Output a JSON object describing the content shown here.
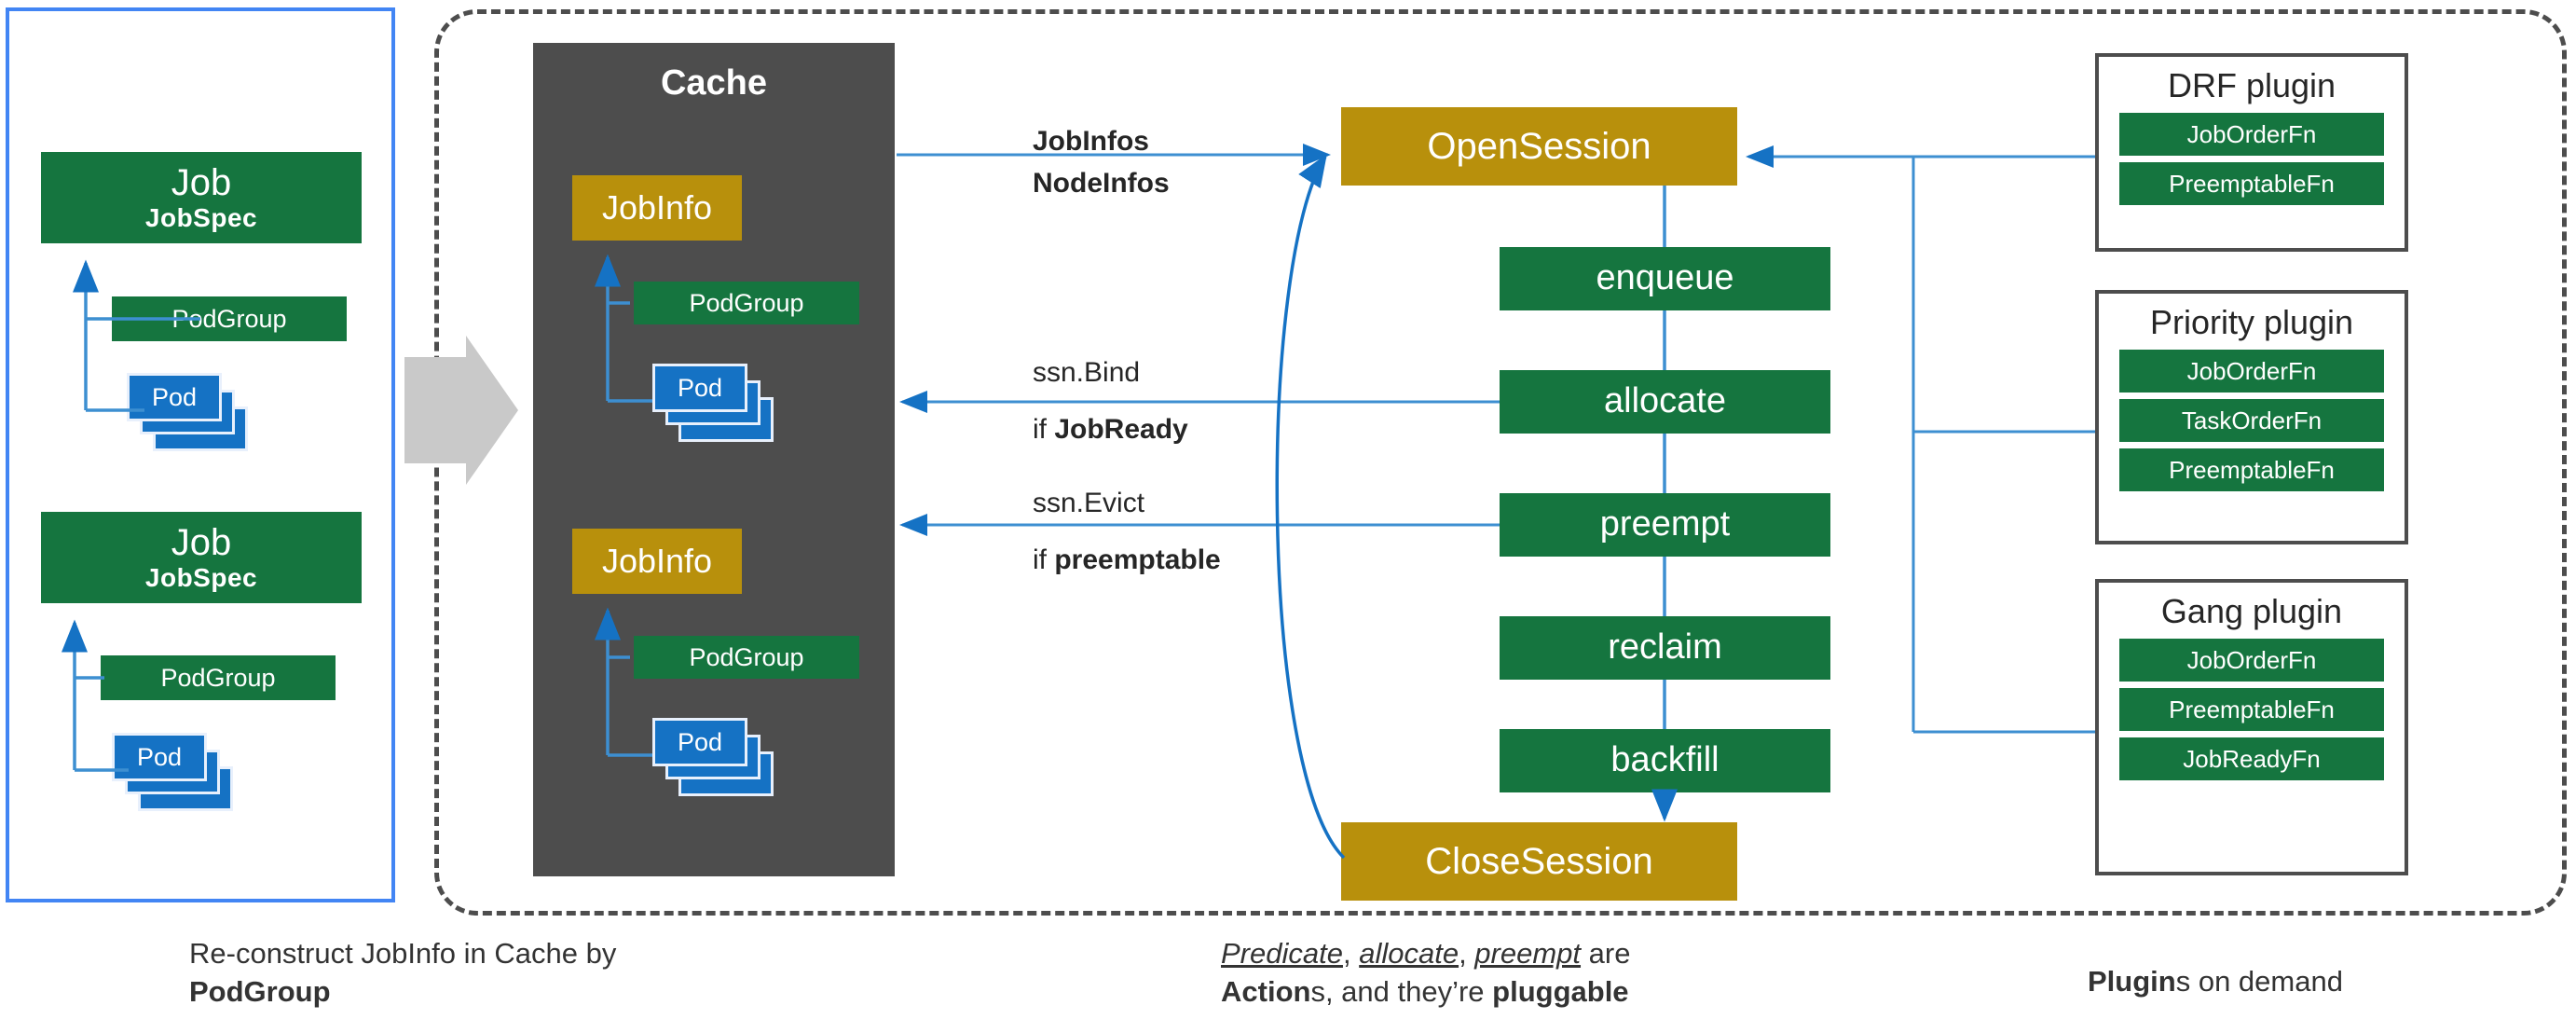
{
  "left_panel": {
    "jobs": [
      {
        "title": "Job",
        "subtitle": "JobSpec",
        "podgroup": "PodGroup",
        "pod": "Pod"
      },
      {
        "title": "Job",
        "subtitle": "JobSpec",
        "podgroup": "PodGroup",
        "pod": "Pod"
      }
    ]
  },
  "cache": {
    "title": "Cache",
    "jobinfos": [
      {
        "title": "JobInfo",
        "podgroup": "PodGroup",
        "pod": "Pod"
      },
      {
        "title": "JobInfo",
        "podgroup": "PodGroup",
        "pod": "Pod"
      }
    ]
  },
  "session": {
    "open": "OpenSession",
    "close": "CloseSession",
    "actions": [
      "enqueue",
      "allocate",
      "preempt",
      "reclaim",
      "backfill"
    ]
  },
  "edges": [
    {
      "line1": "JobInfos",
      "line2": "NodeInfos",
      "bold1": true,
      "bold2": true
    },
    {
      "line1": "ssn.Bind",
      "line2": "if JobReady",
      "bold1": false,
      "bold2": true
    },
    {
      "line1": "ssn.Evict",
      "line2": "if preemptable",
      "bold1": false,
      "bold2": true
    }
  ],
  "edge_labels": {
    "jobinfos": "JobInfos",
    "nodeinfos": "NodeInfos",
    "ssn_bind": "ssn.Bind",
    "if_jobready_prefix": "if ",
    "if_jobready_bold": "JobReady",
    "ssn_evict": "ssn.Evict",
    "if_preemptable_prefix": "if ",
    "if_preemptable_bold": "preemptable"
  },
  "plugins": [
    {
      "name": "DRF plugin",
      "fns": [
        "JobOrderFn",
        "PreemptableFn"
      ]
    },
    {
      "name": "Priority plugin",
      "fns": [
        "JobOrderFn",
        "TaskOrderFn",
        "PreemptableFn"
      ]
    },
    {
      "name": "Gang plugin",
      "fns": [
        "JobOrderFn",
        "PreemptableFn",
        "JobReadyFn"
      ]
    }
  ],
  "captions": {
    "left": {
      "line1": "Re-construct JobInfo in Cache by",
      "line2_bold": "PodGroup"
    },
    "middle": {
      "a1": "Predicate",
      "sep1": ", ",
      "a2": "allocate",
      "sep2": ", ",
      "a3": "preempt",
      "tail": " are",
      "line2_bold1": "Action",
      "line2_mid": "s, and they’re ",
      "line2_bold2": "pluggable"
    },
    "right": {
      "bold": "Plugin",
      "rest": "s on demand"
    }
  },
  "colors": {
    "green": "#15753F",
    "gold": "#B8900C",
    "pod_blue": "#1572C4",
    "cache_gray": "#4D4D4D",
    "panel_blue": "#4285F4",
    "arrow_blue": "#3D8FD1"
  }
}
